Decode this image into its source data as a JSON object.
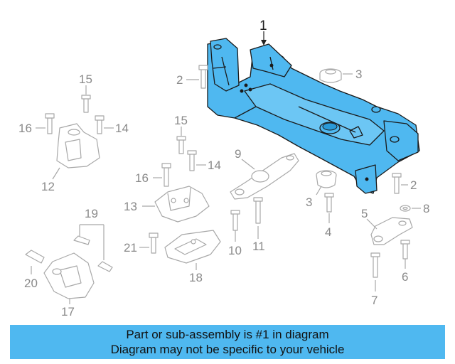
{
  "diagram": {
    "callouts": {
      "c1": "1",
      "c2a": "2",
      "c2b": "2",
      "c3a": "3",
      "c3b": "3",
      "c4": "4",
      "c5": "5",
      "c6": "6",
      "c7": "7",
      "c8": "8",
      "c9": "9",
      "c10": "10",
      "c11": "11",
      "c12": "12",
      "c13": "13",
      "c14a": "14",
      "c14b": "14",
      "c15a": "15",
      "c15b": "15",
      "c16a": "16",
      "c16b": "16",
      "c17": "17",
      "c18": "18",
      "c19": "19",
      "c20": "20",
      "c21": "21"
    },
    "highlight_color": "#4fb8f0",
    "outline_color": "#1a1a1a",
    "ghost_color": "#a8a8a8"
  },
  "footer": {
    "line1": "Part or sub-assembly is #1 in diagram",
    "line2": "Diagram may not be specific to your vehicle",
    "background": "#4fb8f0"
  }
}
